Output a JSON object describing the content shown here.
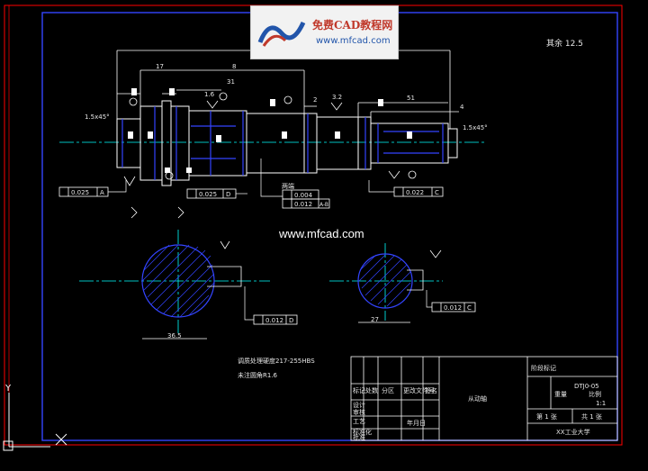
{
  "watermark": {
    "title": "免费CAD教程网",
    "url": "www.mfcad.com"
  },
  "overlay_url": "www.mfcad.com",
  "roughness_note": "其余 12.5",
  "tech_notes": [
    "调质处理硬度217-255HBS",
    "未注圆角R1.6"
  ],
  "dims": {
    "d17": "17",
    "d8": "8",
    "d31": "31",
    "d16": "1.6",
    "d2": "2",
    "d32": "3.2",
    "d51": "51",
    "d4": "4",
    "chamfer_left": "1.5x45°",
    "chamfer_right": "1.5x45°"
  },
  "tolerances": {
    "t1": {
      "value": "0.025",
      "datum": "A"
    },
    "t2": {
      "value": "0.025",
      "datum": "D"
    },
    "t3": {
      "value": "0.004",
      "datum": ""
    },
    "t4": {
      "value": "0.012",
      "datum": "A-B"
    },
    "t5": {
      "value": "0.022",
      "datum": "C"
    },
    "t6": {
      "value": "0.012",
      "datum": "D"
    },
    "t7": {
      "value": "0.012",
      "datum": "C"
    }
  },
  "labels": {
    "both_ends": "两端",
    "section_dim_left": "36.5",
    "section_dim_right": "27"
  },
  "title_block": {
    "drawing_number": "DTJ0-05",
    "part_name": "从动轴",
    "scale": "1:1",
    "sheet": "第 1 张",
    "sheets_total": "共 1 张",
    "school": "XX工业大学",
    "row_labels": [
      "标记",
      "设计",
      "审核",
      "工艺",
      "标准化",
      "批准"
    ],
    "col_labels": [
      "处数",
      "分区",
      "更改文件号",
      "签名",
      "年月日"
    ],
    "stage_labels": [
      "阶段标记",
      "重量",
      "比例"
    ]
  },
  "colors": {
    "background": "#000000",
    "outer_frame": "#ff0000",
    "inner_frame": "#3344ff",
    "outline": "#ffffff",
    "centerline": "#00ffff",
    "hatch": "#0000ff"
  },
  "icons": {
    "ucs": "ucs-axis-icon"
  }
}
